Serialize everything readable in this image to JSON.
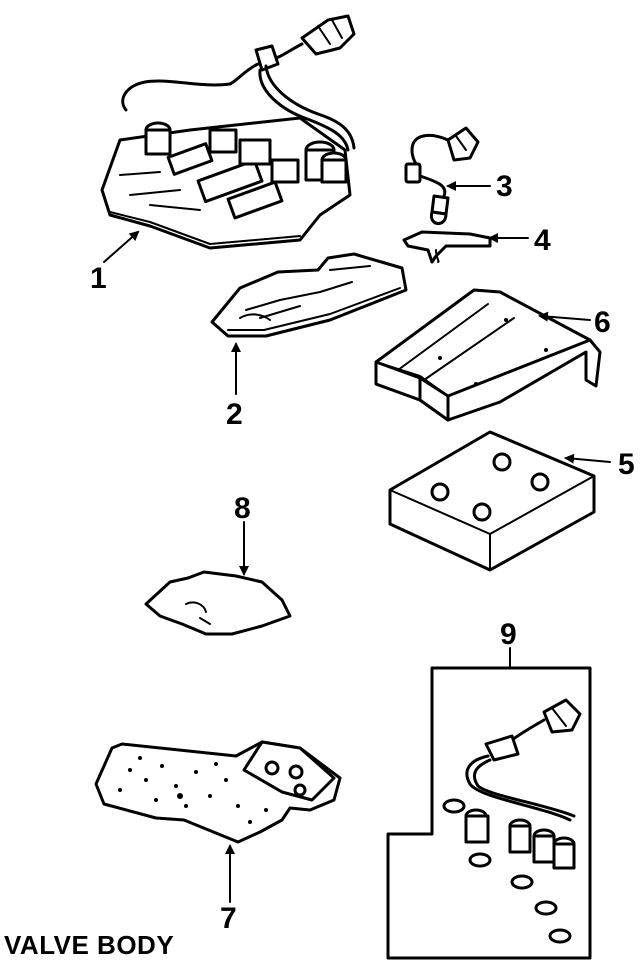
{
  "title": "VALVE BODY",
  "callouts": {
    "c1": "1",
    "c2": "2",
    "c3": "3",
    "c4": "4",
    "c5": "5",
    "c6": "6",
    "c7": "7",
    "c8": "8",
    "c9": "9"
  }
}
